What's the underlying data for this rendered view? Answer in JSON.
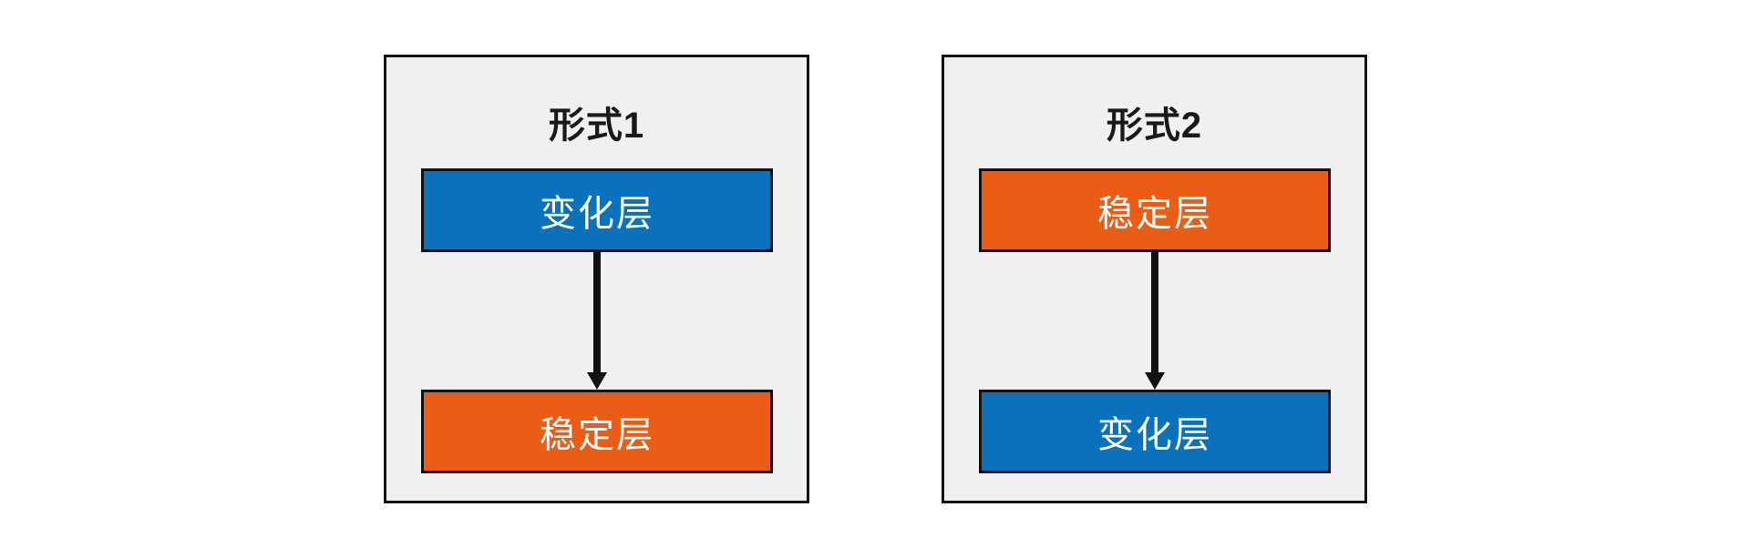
{
  "diagram": {
    "description": "Two side-by-side panels comparing layer stacking orders",
    "colors": {
      "blue": "#0a72bd",
      "orange": "#eb5c14",
      "panel_background": "#f0f0f0",
      "border": "#121212",
      "arrow": "#121212",
      "box_text": "#ffffff",
      "title_text": "#1a1a1a",
      "page_background": "#ffffff"
    },
    "panels": [
      {
        "title": "形式1",
        "top_box": {
          "label": "变化层",
          "fill": "#0a72bd"
        },
        "bottom_box": {
          "label": "稳定层",
          "fill": "#eb5c14"
        },
        "arrow_direction": "down"
      },
      {
        "title": "形式2",
        "top_box": {
          "label": "稳定层",
          "fill": "#eb5c14"
        },
        "bottom_box": {
          "label": "变化层",
          "fill": "#0a72bd"
        },
        "arrow_direction": "down"
      }
    ]
  }
}
